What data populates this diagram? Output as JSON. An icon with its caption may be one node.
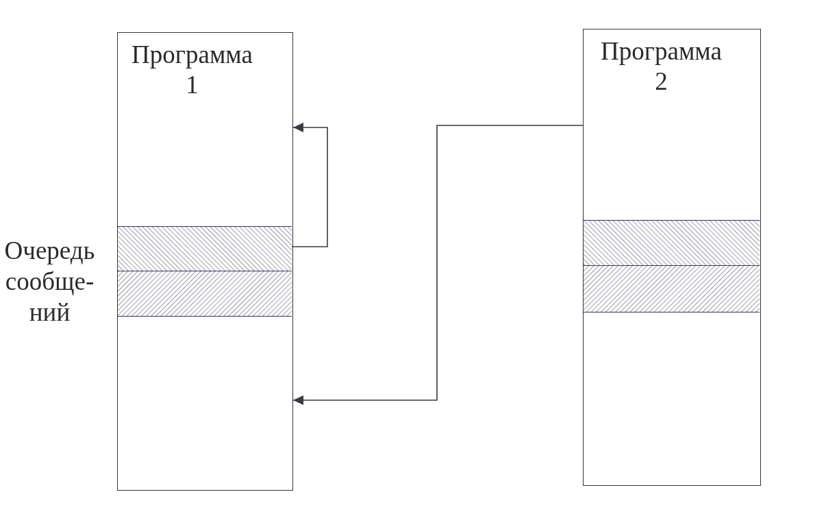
{
  "diagram": {
    "nodes": [
      {
        "text": [
          "Программа 1"
        ]
      },
      {
        "text": [],
        "shape": "bar",
        "in": 0
      },
      {
        "text": [],
        "shape": "bar",
        "in": 0
      },
      {
        "text": [
          "Программа 2"
        ]
      },
      {
        "text": [],
        "shape": "bar",
        "in": 3
      },
      {
        "text": [],
        "shape": "bar",
        "in": 3
      }
    ],
    "edges": [
      {
        "from": 1,
        "to": 0,
        "arrow": "to"
      },
      {
        "from": 3,
        "to": 0,
        "arrow": "to"
      }
    ],
    "labels": [
      "Очередь сообще- ний"
    ]
  }
}
